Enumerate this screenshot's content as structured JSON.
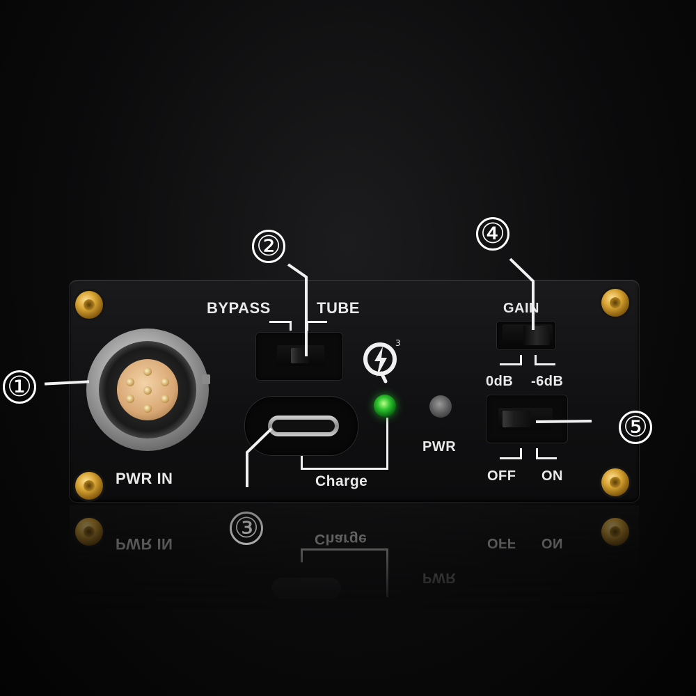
{
  "panel": {
    "left_label": "PWR IN",
    "mode_switch": {
      "left": "BYPASS",
      "right": "TUBE"
    },
    "usb_label": "Charge",
    "qc_superscript": "3",
    "pwr_led_label": "PWR",
    "gain_switch": {
      "title": "GAIN",
      "left": "0dB",
      "right": "-6dB"
    },
    "power_switch": {
      "left": "OFF",
      "right": "ON"
    }
  },
  "callouts": [
    "①",
    "②",
    "③",
    "④",
    "⑤"
  ],
  "reflection": {
    "left_label": "PWR IN",
    "usb_label": "Charge",
    "pwr_led_label": "PWR",
    "power_left": "OFF",
    "power_right": "ON"
  },
  "colors": {
    "screw_gold": "#d9a534",
    "led_green": "#2ec22e",
    "panel": "#121214",
    "label": "#e9e9e9"
  },
  "icons": [
    "quick-charge-3-icon",
    "led-indicator-icon"
  ]
}
